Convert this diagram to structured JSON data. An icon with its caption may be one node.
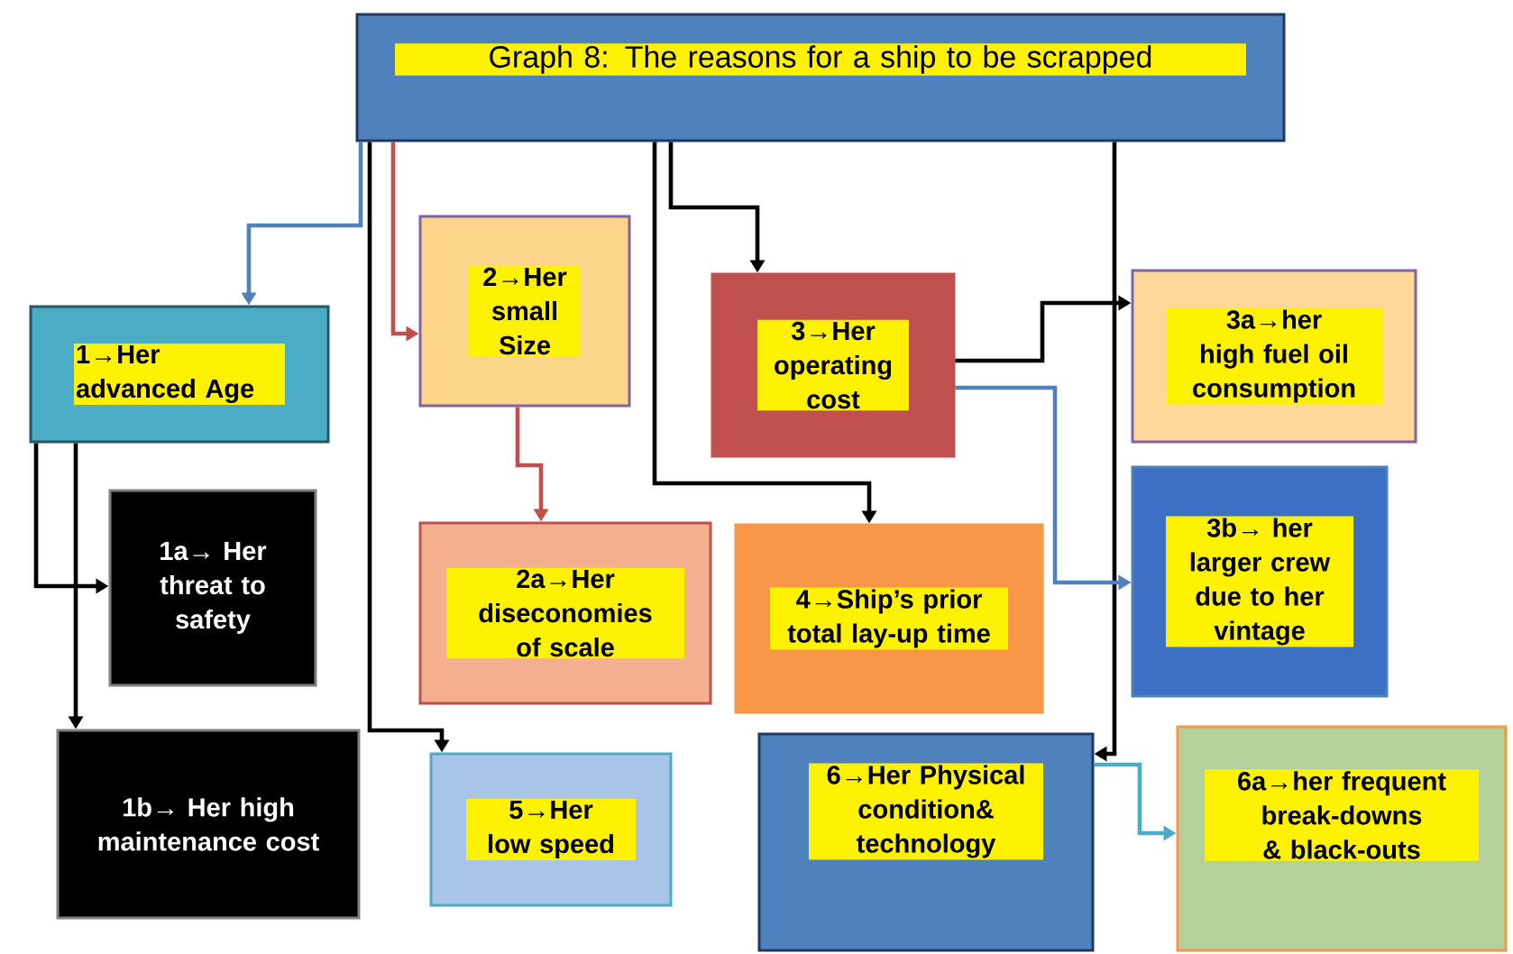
{
  "diagram": {
    "nodes": [
      {
        "text": [
          "Graph 8: The reasons for a ship to be scrapped"
        ]
      },
      {
        "text": [
          "1→Her advanced Age"
        ]
      },
      {
        "text": [
          "2→Her small Size"
        ]
      },
      {
        "text": [
          "3→Her operating cost"
        ]
      },
      {
        "text": [
          "3a→her high fuel oil consumption"
        ]
      },
      {
        "text": [
          "1a→ Her threat to safety"
        ]
      },
      {
        "text": [
          "2a→Her diseconomies of scale"
        ]
      },
      {
        "text": [
          "4→Ship’s prior total lay-up time"
        ]
      },
      {
        "text": [
          "3b→ her larger crew due to her vintage"
        ]
      },
      {
        "text": [
          "1b→ Her high maintenance cost"
        ]
      },
      {
        "text": [
          "5→Her low speed"
        ]
      },
      {
        "text": [
          "6→Her Physical condition& technology"
        ]
      },
      {
        "text": [
          "6a→her frequent break-downs & black-outs"
        ]
      }
    ],
    "edges": [
      {
        "from": 0,
        "to": 1,
        "arrow": "to",
        "color": "#4f81bd"
      },
      {
        "from": 0,
        "to": 2,
        "arrow": "to",
        "color": "#c0504d"
      },
      {
        "from": 0,
        "to": 10,
        "arrow": "to"
      },
      {
        "from": 0,
        "to": 7,
        "arrow": "to"
      },
      {
        "from": 0,
        "to": 3,
        "arrow": "to"
      },
      {
        "from": 0,
        "to": 11,
        "arrow": "to"
      },
      {
        "from": 1,
        "to": 5,
        "arrow": "to"
      },
      {
        "from": 1,
        "to": 9,
        "arrow": "to"
      },
      {
        "from": 2,
        "to": 6,
        "arrow": "to",
        "color": "#c0504d"
      },
      {
        "from": 3,
        "to": 4,
        "arrow": "to"
      },
      {
        "from": 3,
        "to": 8,
        "arrow": "to",
        "color": "#4f81bd"
      },
      {
        "from": 11,
        "to": 12,
        "arrow": "to",
        "color": "#4bacc6"
      }
    ]
  }
}
